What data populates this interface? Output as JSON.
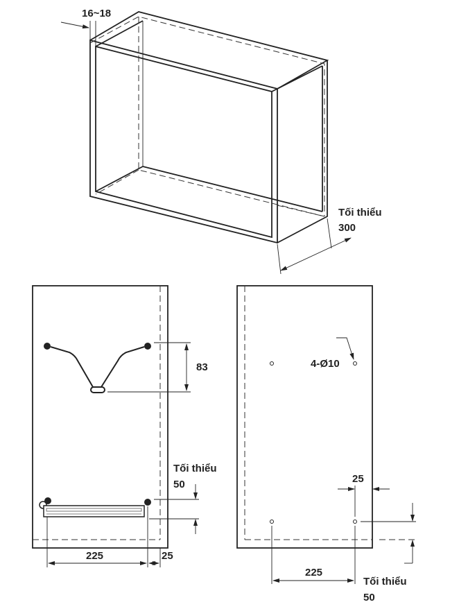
{
  "cabinet": {
    "thickness_label": "16~18",
    "depth_label_line1": "Tối thiểu",
    "depth_label_line2": "300"
  },
  "left_view": {
    "height_label": "83",
    "min_label_line1": "Tối thiểu",
    "min_label_line2": "50",
    "width_label": "225",
    "edge_label": "25"
  },
  "right_view": {
    "holes_label": "4-Ø10",
    "edge_label": "25",
    "width_label": "225",
    "min_label_line1": "Tối thiểu",
    "min_label_line2": "50"
  }
}
